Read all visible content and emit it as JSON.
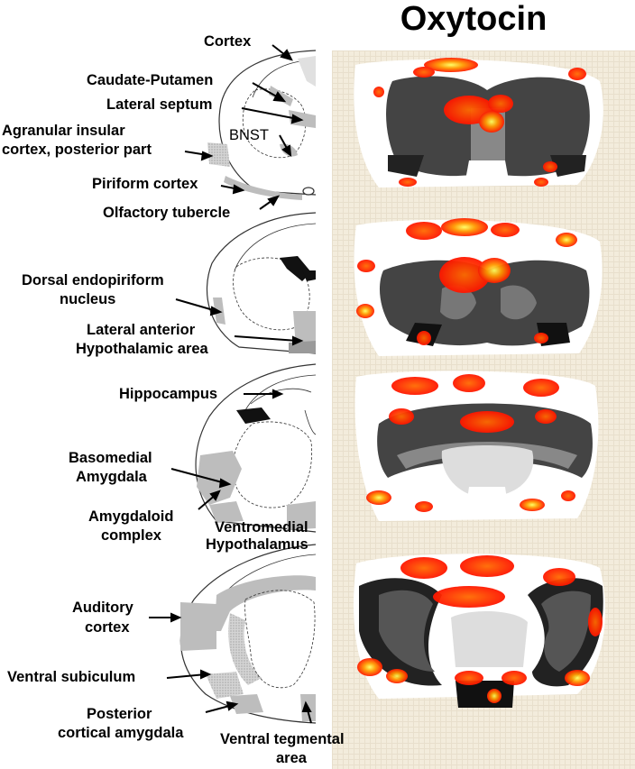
{
  "title": "Oxytocin",
  "labels": {
    "cortex": "Cortex",
    "caudate_putamen": "Caudate-Putamen",
    "lateral_septum": "Lateral septum",
    "agranular_insular_1": "Agranular insular",
    "agranular_insular_2": "cortex, posterior part",
    "bnst": "BNST",
    "piriform_cortex": "Piriform cortex",
    "olfactory_tubercle": "Olfactory tubercle",
    "dorsal_endopiriform_1": "Dorsal endopiriform",
    "dorsal_endopiriform_2": "nucleus",
    "lateral_anterior_1": "Lateral anterior",
    "lateral_anterior_2": "Hypothalamic area",
    "hippocampus": "Hippocampus",
    "basomedial_1": "Basomedial",
    "basomedial_2": "Amygdala",
    "amygdaloid_1": "Amygdaloid",
    "amygdaloid_2": "complex",
    "ventromedial_1": "Ventromedial",
    "ventromedial_2": "Hypothalamus",
    "auditory_1": "Auditory",
    "auditory_2": "cortex",
    "ventral_subiculum": "Ventral subiculum",
    "posterior_cortical_1": "Posterior",
    "posterior_cortical_2": "cortical amygdala",
    "vta_1": "Ventral tegmental",
    "vta_2": "area"
  },
  "colors": {
    "heat_hot": "#ffff40",
    "heat_mid": "#ff8000",
    "heat_low": "#ff1a00",
    "brain_dark": "#3a3a3a",
    "brain_mid": "#7a7a7a",
    "atlas_gray": "#bdbdbd"
  }
}
